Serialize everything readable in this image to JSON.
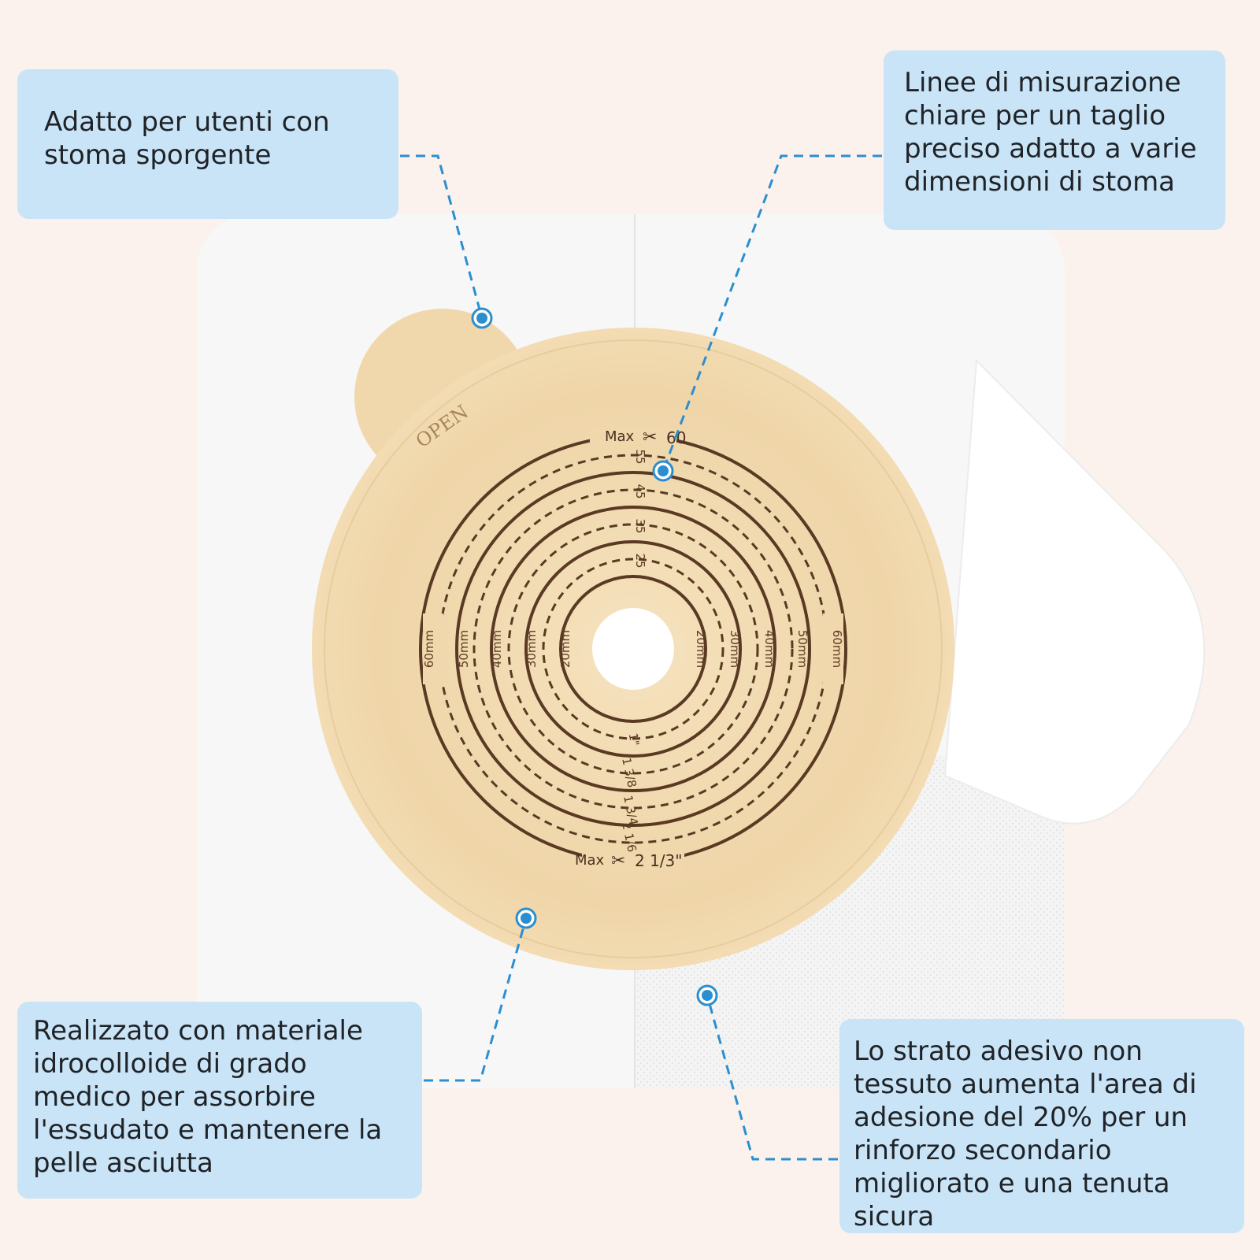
{
  "colors": {
    "background": "#fbf1ed",
    "callout_fill": "#c9e4f6",
    "leader_line": "#2b8fcf",
    "wafer": "#f0d8ac",
    "ring_print": "#5a3a22",
    "backing_paper": "#ffffff"
  },
  "callouts": {
    "top_left": "Adatto per utenti con\nstoma sporgente",
    "top_right": "Linee di misurazione\nchiare per un taglio\npreciso adatto a varie\ndimensioni di stoma",
    "bottom_left": "Realizzato con materiale\nidrocolloide di grado\nmedico per assorbire\nl'essudato e mantenere la\npelle asciutta",
    "bottom_right": "Lo strato adesivo non\ntessuto aumenta l'area di\nadesione del 20% per un\nrinforzo secondario\nmigliorato e una tenuta\nsicura"
  },
  "wafer": {
    "tab_label": "OPEN",
    "max_metric_label": "Max",
    "max_metric_value": "60",
    "max_inch_label": "Max",
    "max_inch_value": "2 1/3\"",
    "mm_labels": [
      "20mm",
      "30mm",
      "40mm",
      "50mm",
      "60mm"
    ],
    "top_numbers": [
      "25",
      "35",
      "45",
      "55"
    ],
    "inch_labels": [
      "1\"",
      "1 3/8",
      "1 3/4",
      "2 1/6"
    ]
  }
}
